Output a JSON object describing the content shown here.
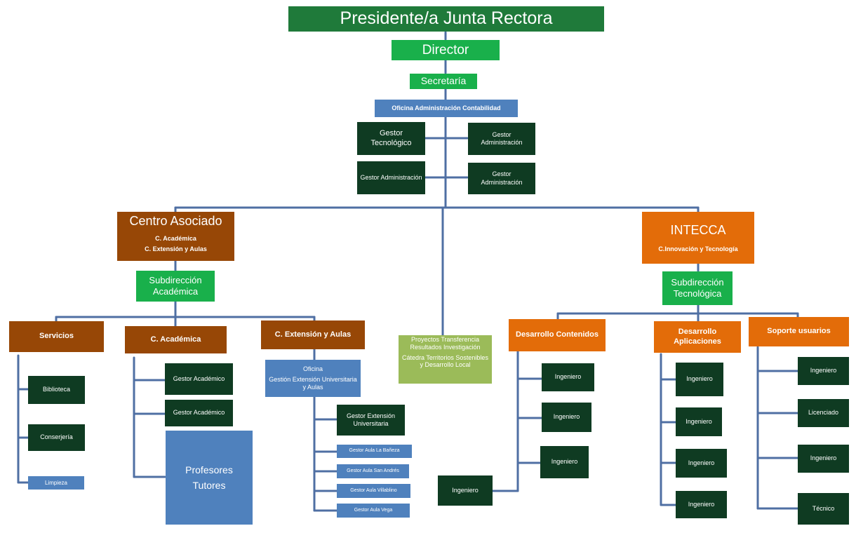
{
  "top": {
    "president": "Presidente/a Junta Rectora",
    "director": "Director",
    "secretaria": "Secretaría",
    "oficina_admin": "Oficina Administración Contabilidad"
  },
  "gestores_top": [
    "Gestor Tecnológico",
    "Gestor Administración",
    "Gestor Administración",
    "Gestor Administración"
  ],
  "centro": {
    "title": "Centro Asociado",
    "line1": "C. Académica",
    "line2": "C. Extensión y Aulas",
    "subdireccion": "Subdirección Académica"
  },
  "intecca": {
    "title": "INTECCA",
    "subtitle": "C.Innovación y Tecnología",
    "subdireccion": "Subdirección Tecnológica"
  },
  "servicios": {
    "title": "Servicios",
    "items": [
      "Biblioteca",
      "Conserjería",
      "Limpieza"
    ]
  },
  "c_academica": {
    "title": "C. Académica",
    "items": [
      "Gestor Académico",
      "Gestor Académico"
    ],
    "profesores": "Profesores Tutores"
  },
  "c_extension": {
    "title": "C. Extensión y Aulas",
    "oficina_title": "Oficina",
    "oficina_body": "Gestión Extensión Universitaria y Aulas",
    "gestor": "Gestor Extensión Universitaria",
    "aulas": [
      "Gestor Aula La Bañeza",
      "Gestor Aula San Andrés",
      "Gestor Aula Villablino",
      "Gestor Aula Vega"
    ]
  },
  "proyectos": {
    "line1": "Proyectos Transferencia",
    "line2": "Resultados Investigación",
    "line3": "Cátedra Territorios Sostenibles y Desarrollo Local"
  },
  "desarrollo_contenidos": {
    "title": "Desarrollo Contenidos",
    "items": [
      "Ingeniero",
      "Ingeniero",
      "Ingeniero",
      "Ingeniero"
    ]
  },
  "desarrollo_aplicaciones": {
    "title": "Desarrollo Aplicaciones",
    "items": [
      "Ingeniero",
      "Ingeniero",
      "Ingeniero",
      "Ingeniero"
    ]
  },
  "soporte": {
    "title": "Soporte usuarios",
    "items": [
      "Ingeniero",
      "Licenciado",
      "Ingeniero",
      "Técnico"
    ]
  }
}
